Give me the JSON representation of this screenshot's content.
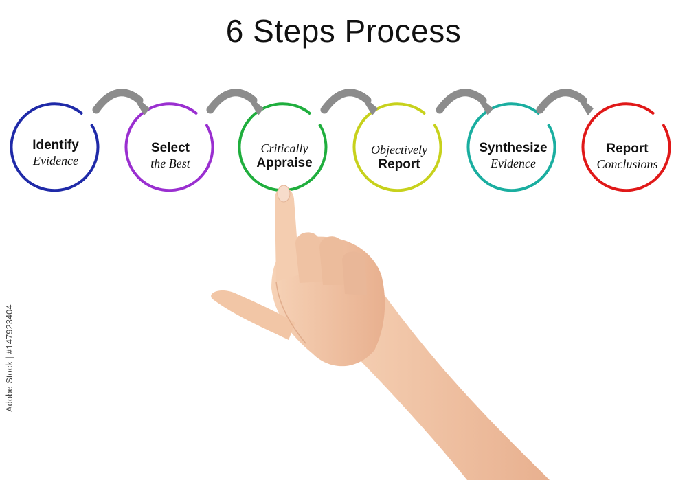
{
  "title": "6 Steps Process",
  "stock_id": "Adobe Stock | #147923404",
  "colors": {
    "arrow": "#8c8c8c",
    "skin": "#f2c6a6",
    "skin_shadow": "#d89f7e"
  },
  "steps": [
    {
      "line1": "Identify",
      "line2": "Evidence",
      "color": "#1f2aa8"
    },
    {
      "line1": "Select",
      "line2": "the Best",
      "color": "#9a2fd0"
    },
    {
      "line1": "Critically",
      "line2": "Appraise",
      "color": "#1fae3d"
    },
    {
      "line1": "Objectively",
      "line2": "Report",
      "color": "#c7d11c"
    },
    {
      "line1": "Synthesize",
      "line2": "Evidence",
      "color": "#1aaea0"
    },
    {
      "line1": "Report",
      "line2": "Conclusions",
      "color": "#e01818"
    }
  ]
}
